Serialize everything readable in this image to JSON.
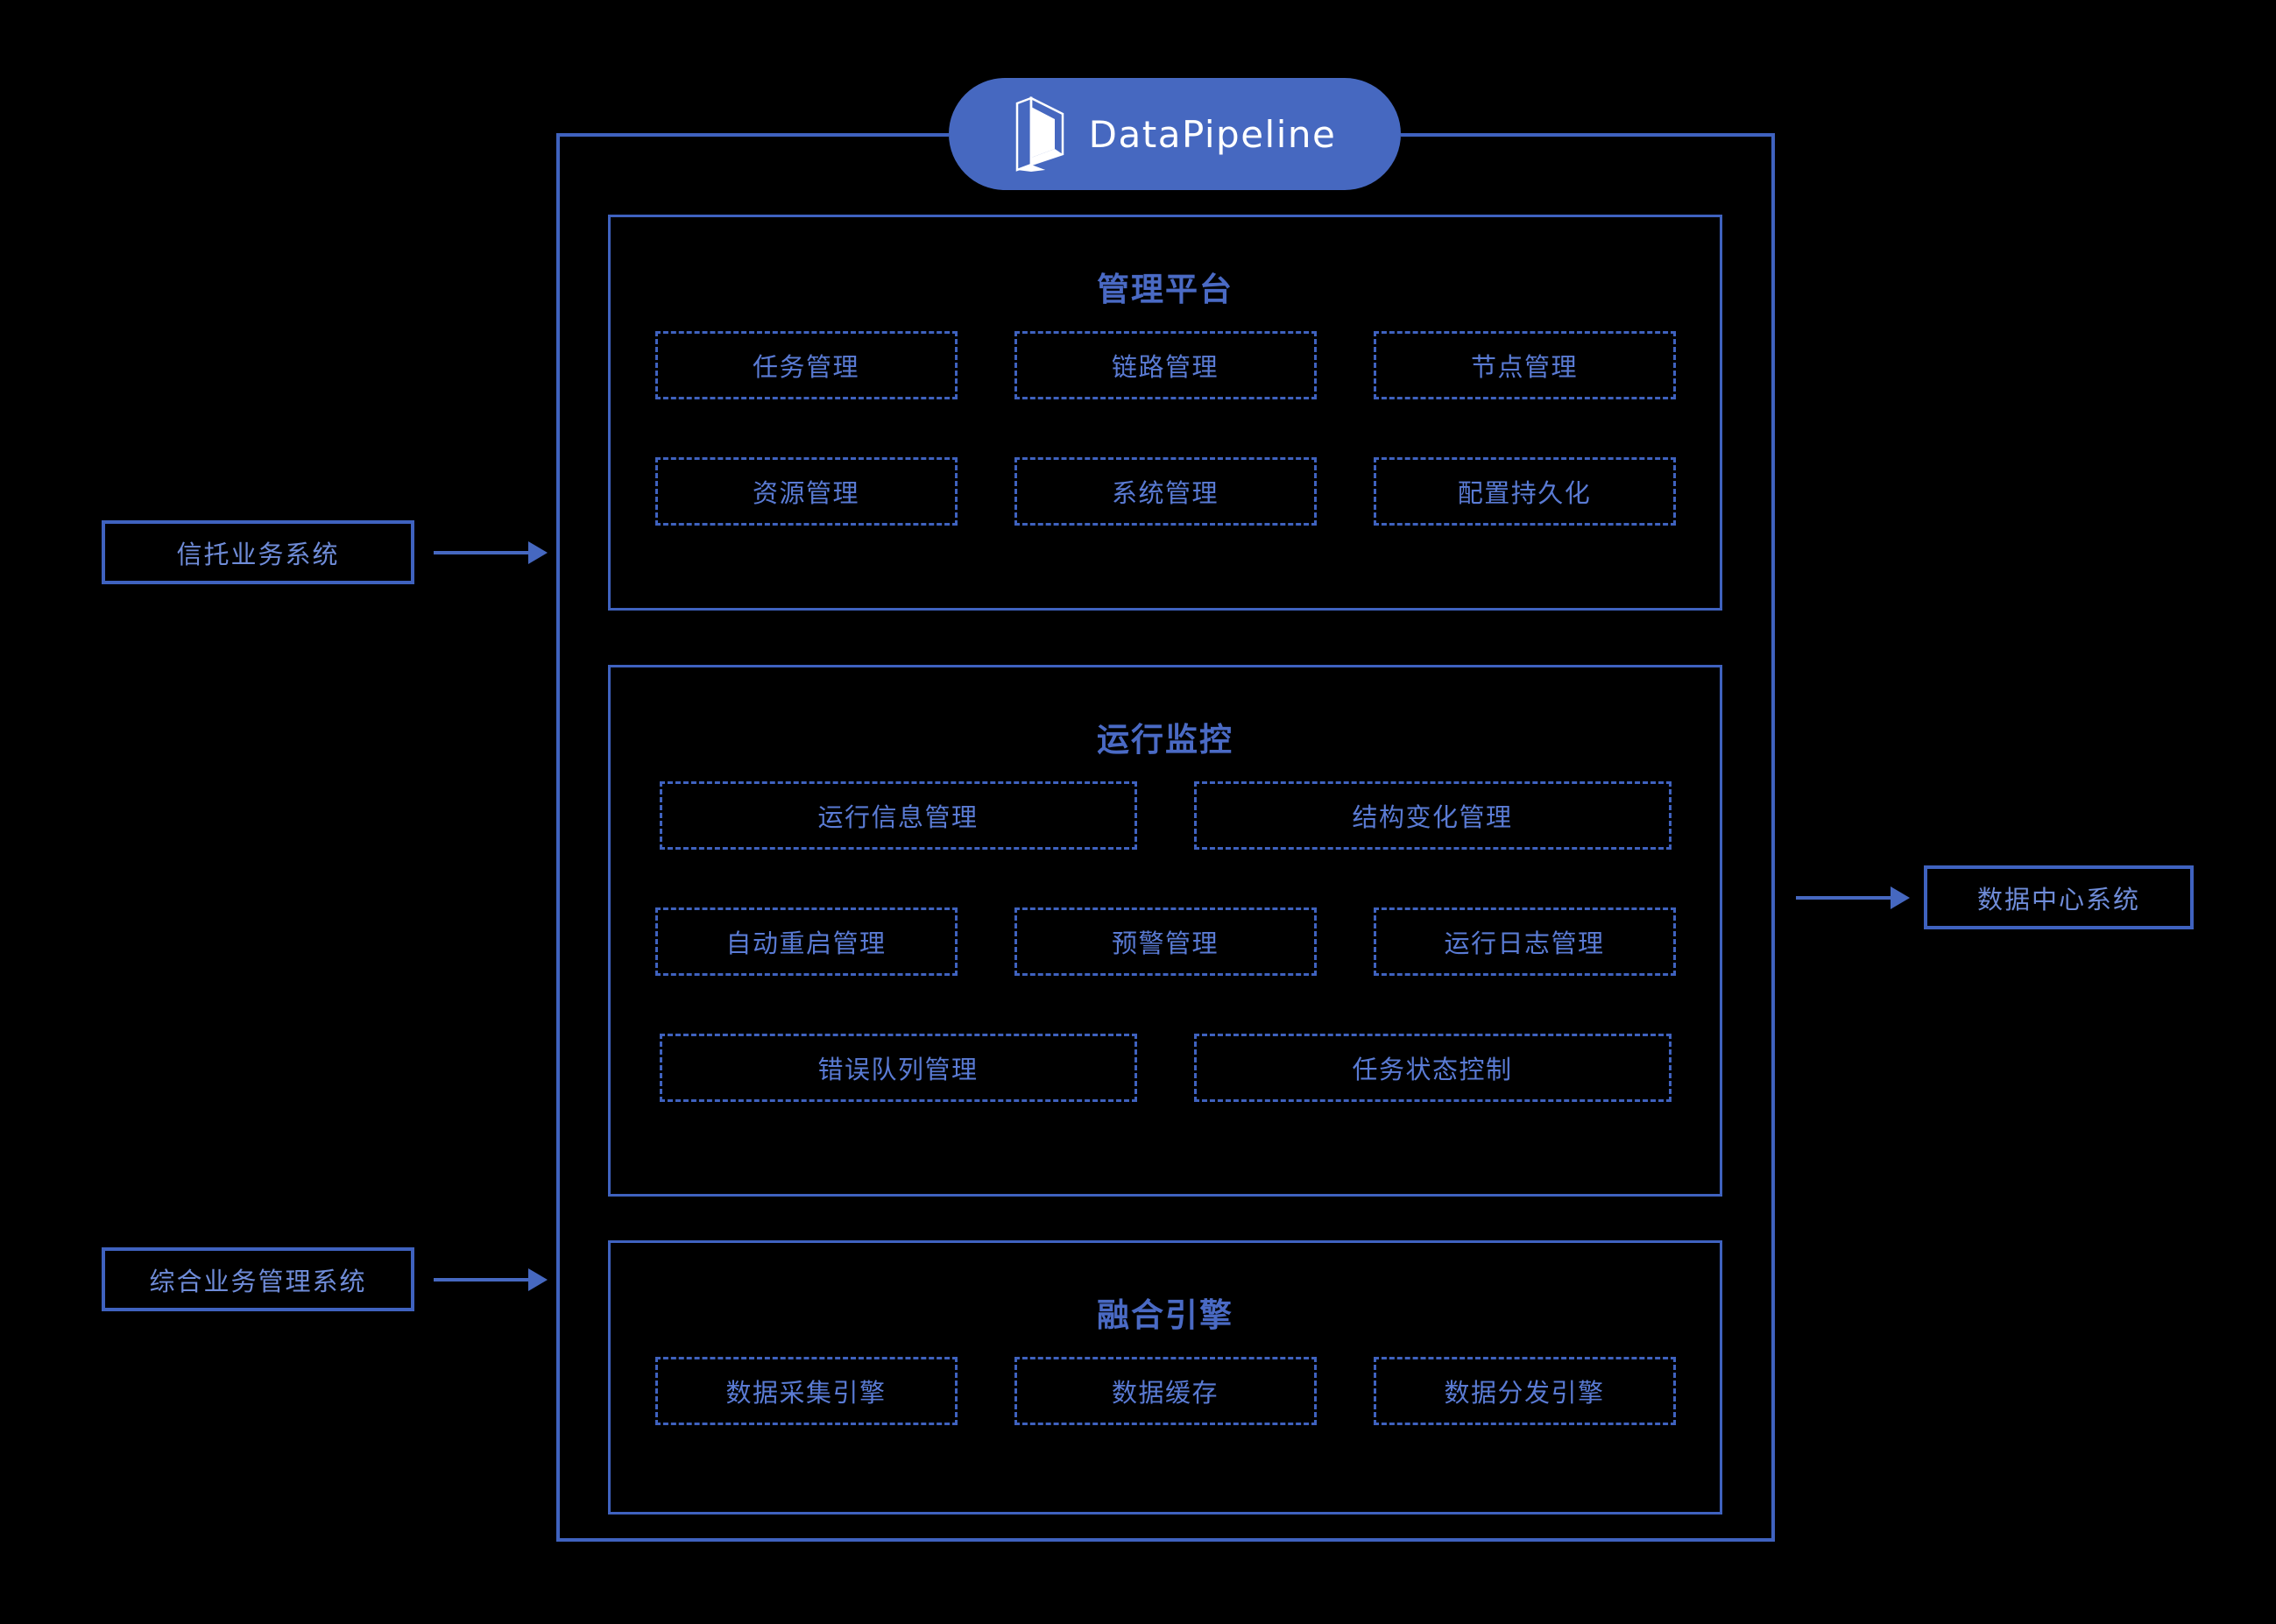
{
  "brand": {
    "name": "DataPipeline",
    "logo_icon": "datapipeline-prism-logo",
    "badge_color": "#4668c0"
  },
  "colors": {
    "background": "#000000",
    "frame": "#3f62bf",
    "accent": "#4668c0",
    "title_text": "#4a6ac4",
    "module_text": "#5a7bd4",
    "external_text": "#6f8cd8"
  },
  "sections": [
    {
      "id": "management-platform",
      "title": "管理平台",
      "rows": [
        [
          "任务管理",
          "链路管理",
          "节点管理"
        ],
        [
          "资源管理",
          "系统管理",
          "配置持久化"
        ]
      ]
    },
    {
      "id": "runtime-monitoring",
      "title": "运行监控",
      "rows": [
        [
          "运行信息管理",
          "结构变化管理"
        ],
        [
          "自动重启管理",
          "预警管理",
          "运行日志管理"
        ],
        [
          "错误队列管理",
          "任务状态控制"
        ]
      ]
    },
    {
      "id": "fusion-engine",
      "title": "融合引擎",
      "rows": [
        [
          "数据采集引擎",
          "数据缓存",
          "数据分发引擎"
        ]
      ]
    }
  ],
  "external_systems": {
    "inputs": [
      {
        "id": "trust-business-system",
        "label": "信托业务系统"
      },
      {
        "id": "integrated-business-management-system",
        "label": "综合业务管理系统"
      }
    ],
    "outputs": [
      {
        "id": "data-center-system",
        "label": "数据中心系统"
      }
    ]
  },
  "modules": {
    "m_task": "任务管理",
    "m_link": "链路管理",
    "m_node": "节点管理",
    "m_resource": "资源管理",
    "m_system": "系统管理",
    "m_config": "配置持久化",
    "m_runinfo": "运行信息管理",
    "m_struct": "结构变化管理",
    "m_restart": "自动重启管理",
    "m_alert": "预警管理",
    "m_runlog": "运行日志管理",
    "m_errqueue": "错误队列管理",
    "m_taskstate": "任务状态控制",
    "m_collect": "数据采集引擎",
    "m_cache": "数据缓存",
    "m_dispatch": "数据分发引擎"
  },
  "titles": {
    "manage": "管理平台",
    "monitor": "运行监控",
    "engine": "融合引擎"
  }
}
